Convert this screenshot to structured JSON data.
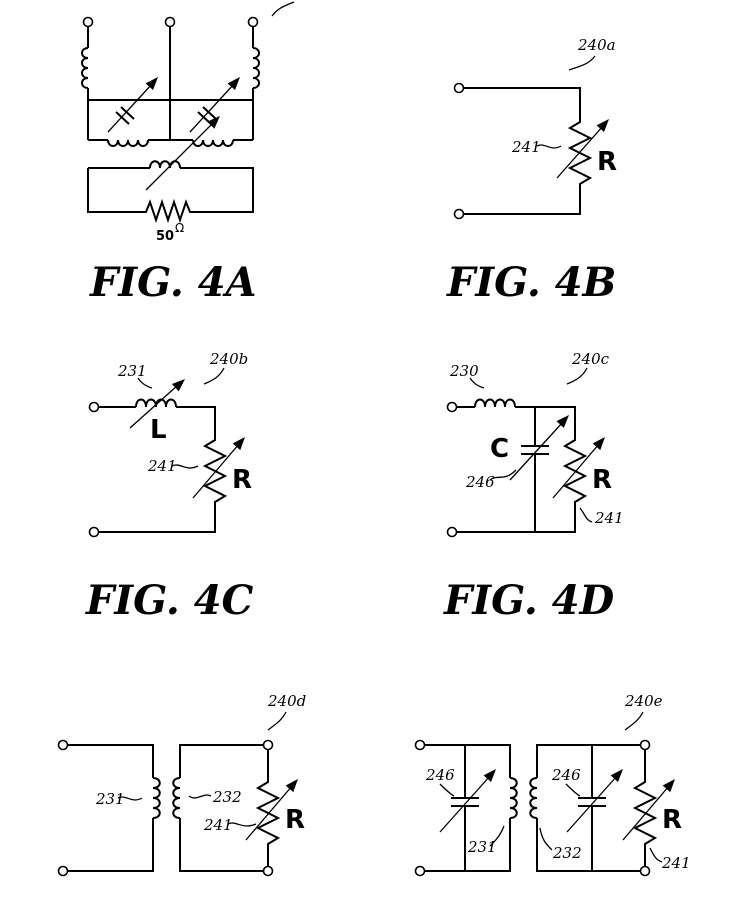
{
  "figures": {
    "fig4a": {
      "caption": "FIG. 4A",
      "resistor_value": "50",
      "resistor_unit": "Ω"
    },
    "fig4b": {
      "caption": "FIG. 4B",
      "ref": "240a",
      "resistor_ref": "241",
      "resistor_symbol": "R"
    },
    "fig4c": {
      "caption": "FIG. 4C",
      "ref": "240b",
      "inductor_ref": "231",
      "inductor_symbol": "L",
      "resistor_ref": "241",
      "resistor_symbol": "R"
    },
    "fig4d": {
      "caption": "FIG. 4D",
      "ref": "240c",
      "inductor_ref": "230",
      "capacitor_ref": "246",
      "capacitor_symbol": "C",
      "resistor_ref": "241",
      "resistor_symbol": "R"
    },
    "fig4e": {
      "ref": "240d",
      "primary_ref": "231",
      "secondary_ref": "232",
      "resistor_ref": "241",
      "resistor_symbol": "R"
    },
    "fig4f": {
      "ref": "240e",
      "cap_left_ref": "246",
      "cap_right_ref": "246",
      "primary_ref": "231",
      "secondary_ref": "232",
      "resistor_ref": "241",
      "resistor_symbol": "R"
    }
  }
}
